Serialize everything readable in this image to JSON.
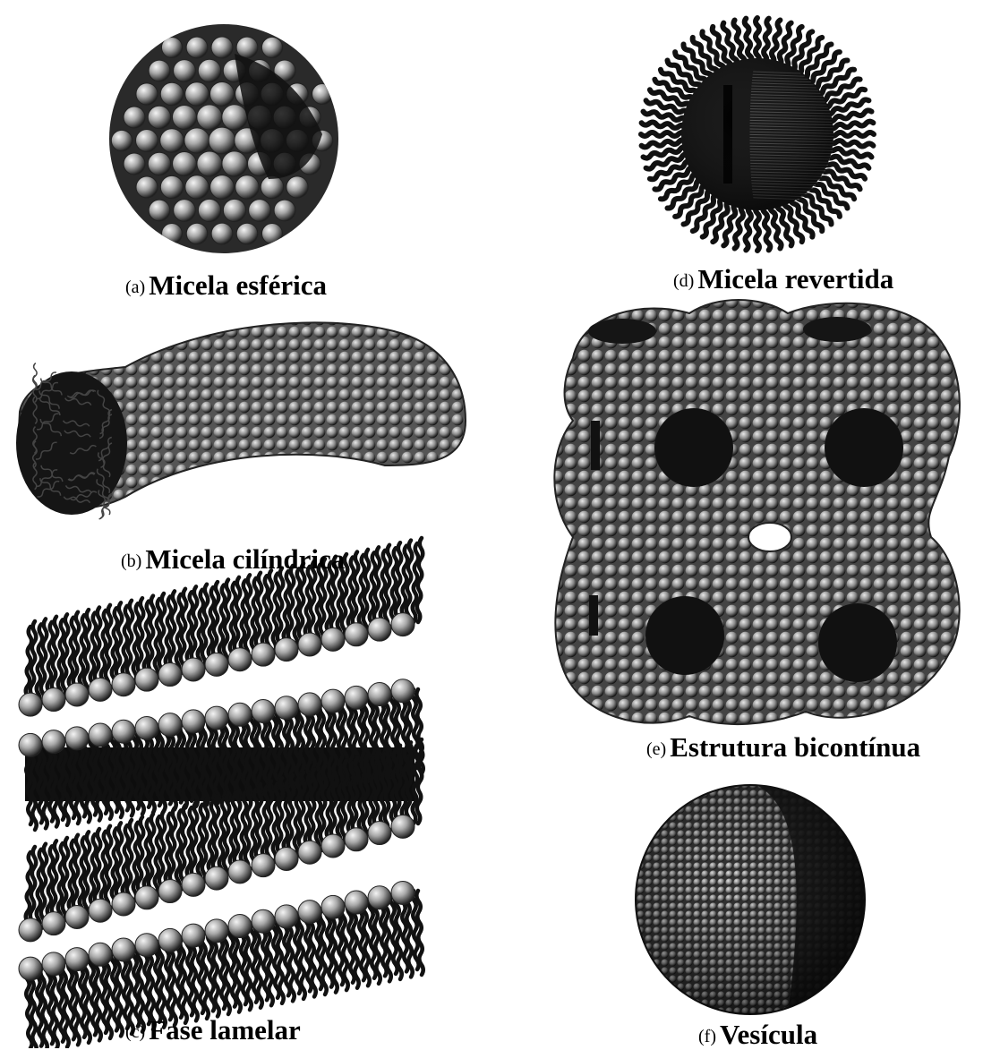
{
  "panels": [
    {
      "id": "a",
      "letter": "(a)",
      "name": "Micela esférica"
    },
    {
      "id": "b",
      "letter": "(b)",
      "name": "Micela cilíndrica"
    },
    {
      "id": "c",
      "letter": "(c)",
      "name": "Fase lamelar"
    },
    {
      "id": "d",
      "letter": "(d)",
      "name": "Micela revertida"
    },
    {
      "id": "e",
      "letter": "(e)",
      "name": "Estrutura bicontínua"
    },
    {
      "id": "f",
      "letter": "(f)",
      "name": "Vesícula"
    }
  ]
}
